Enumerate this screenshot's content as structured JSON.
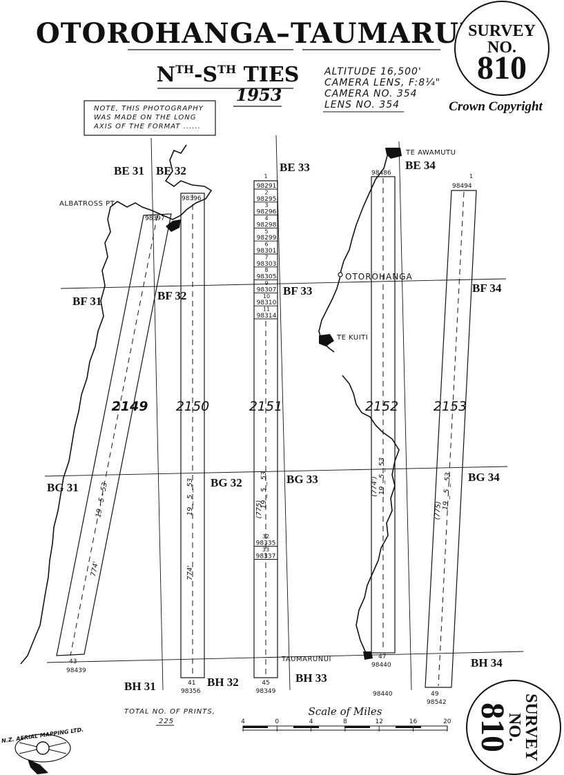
{
  "title": {
    "left": "OTOROHANGA",
    "dash": "–",
    "right": "TAUMARUNUI"
  },
  "subtitle": {
    "n": "N",
    "th1": "TH",
    "sep": "-S",
    "th2": "TH",
    "ties": " TIES"
  },
  "year": "1953",
  "specs": [
    "ALTITUDE  16,500'",
    "CAMERA LENS, F:8¼\"",
    "CAMERA NO. 354",
    "LENS NO. 354"
  ],
  "note": [
    "NOTE,  THIS PHOTOGRAPHY",
    "WAS MADE ON THE LONG",
    "AXIS OF THE FORMAT ......"
  ],
  "seal_top": {
    "line1": "SURVEY",
    "line2": "NO.",
    "number": "810"
  },
  "seal_bottom": {
    "line1": "SURVEY",
    "line2": "NO.",
    "number": "810"
  },
  "crown": "Crown Copyright",
  "grid_labels": {
    "be31": "BE 31",
    "be32": "BE 32",
    "be33": "BE 33",
    "be34": "BE 34",
    "bf31": "BF 31",
    "bf32": "BF 32",
    "bf33": "BF 33",
    "bf34": "BF 34",
    "bg31": "BG 31",
    "bg32": "BG 32",
    "bg33": "BG 33",
    "bg34": "BG 34",
    "bh31": "BH 31",
    "bh32": "BH 32",
    "bh33": "BH 33",
    "bh34": "BH 34"
  },
  "places": {
    "albatross": "ALBATROSS  PT",
    "te_awamutu": "TE AWAMUTU",
    "otorohanga": "OTOROHANGA",
    "te_kuiti": "TE KUITI",
    "taumarunui": "TAUMARUNUI"
  },
  "runs": {
    "r2149": {
      "number": "2149",
      "date": "19 - 5 - 53",
      "height": "774'",
      "start_print": "98397",
      "end_count": "43",
      "end_print": "98439"
    },
    "r2150": {
      "number": "2150",
      "date": "19 _ 5 _ 53",
      "height": "774'",
      "start_print": "98396",
      "end_count": "41",
      "end_print": "98356"
    },
    "r2151": {
      "number": "2151",
      "date": "19 _ 5 _ 53",
      "height": "(775)",
      "end_count": "45",
      "end_print": "98349",
      "prints": [
        "98291",
        "2",
        "98295",
        "3",
        "98296",
        "4",
        "98298",
        "5",
        "98299",
        "6",
        "98301",
        "7",
        "98303",
        "8",
        "98305",
        "9",
        "98307",
        "10",
        "98310",
        "11",
        "98314"
      ],
      "extra": [
        "32",
        "98335",
        "33",
        "98337"
      ]
    },
    "r2152": {
      "number": "2152",
      "date": "19 _ 5 _ 53",
      "height": "(774')",
      "start_print": "98486",
      "end_count": "47",
      "end_print": "98440",
      "below": "98440"
    },
    "r2153": {
      "number": "2153",
      "date": "19 _ 5 _ 53",
      "height": "(775)",
      "start_count": "1",
      "start_print": "98494",
      "end_count": "49",
      "end_print": "98542"
    }
  },
  "r2151_top_count": "1",
  "total_prints": {
    "label": "TOTAL  NO. OF  PRINTS,",
    "value": "225"
  },
  "scale": {
    "title": "Scale of Miles",
    "ticks": [
      "4",
      "0",
      "4",
      "8",
      "12",
      "16",
      "20"
    ]
  }
}
